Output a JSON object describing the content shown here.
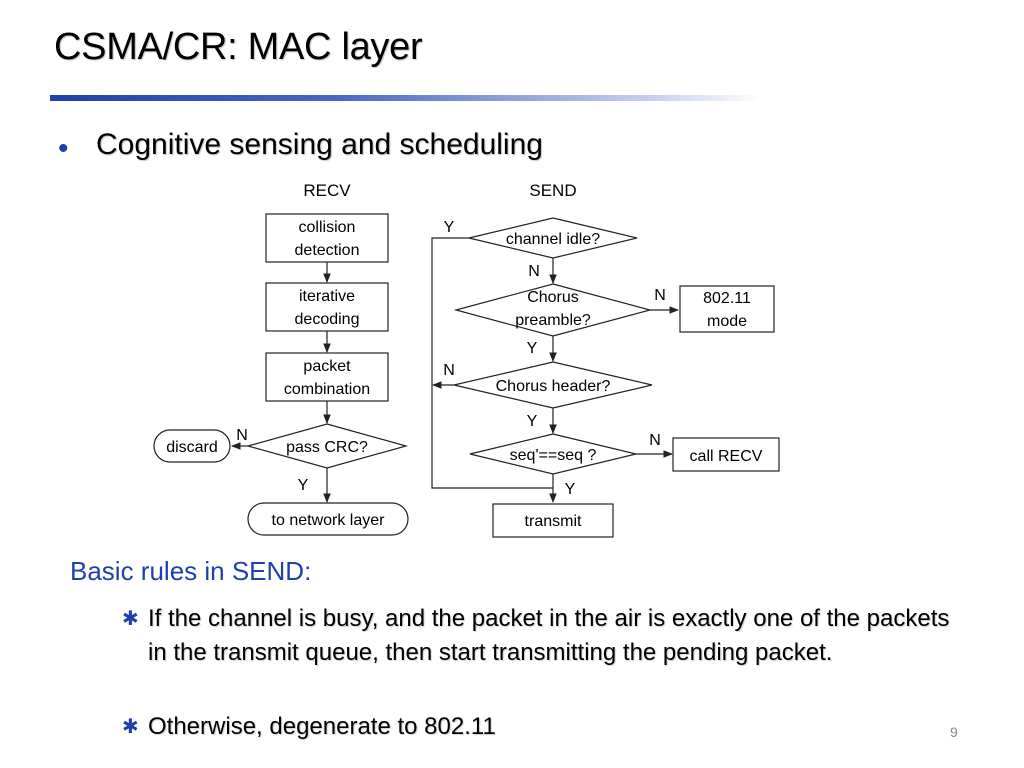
{
  "slide": {
    "title": "CSMA/CR: MAC layer",
    "bullet": "Cognitive sensing and scheduling",
    "page_number": "9"
  },
  "diagram": {
    "recv_heading": "RECV",
    "send_heading": "SEND",
    "recv": {
      "collision_detection": [
        "collision",
        "detection"
      ],
      "iterative_decoding": [
        "iterative",
        "decoding"
      ],
      "packet_combination": [
        "packet",
        "combination"
      ],
      "pass_crc": "pass CRC?",
      "discard": "discard",
      "to_network_layer": "to network layer",
      "label_n": "N",
      "label_y": "Y"
    },
    "send": {
      "channel_idle": "channel idle?",
      "chorus_preamble": [
        "Chorus",
        "preamble?"
      ],
      "mode_80211": [
        "802.11",
        "mode"
      ],
      "chorus_header": "Chorus header?",
      "seq_check": "seq'==seq ?",
      "call_recv": "call RECV",
      "transmit": "transmit",
      "label_y": "Y",
      "label_n": "N"
    }
  },
  "rules": {
    "heading": "Basic rules in SEND:",
    "items": [
      "If the channel is busy, and the packet in the air is exactly one of the packets in the transmit queue, then start transmitting the pending packet.",
      "Otherwise, degenerate to 802.11"
    ]
  },
  "colors": {
    "accent": "#1f3fae"
  }
}
